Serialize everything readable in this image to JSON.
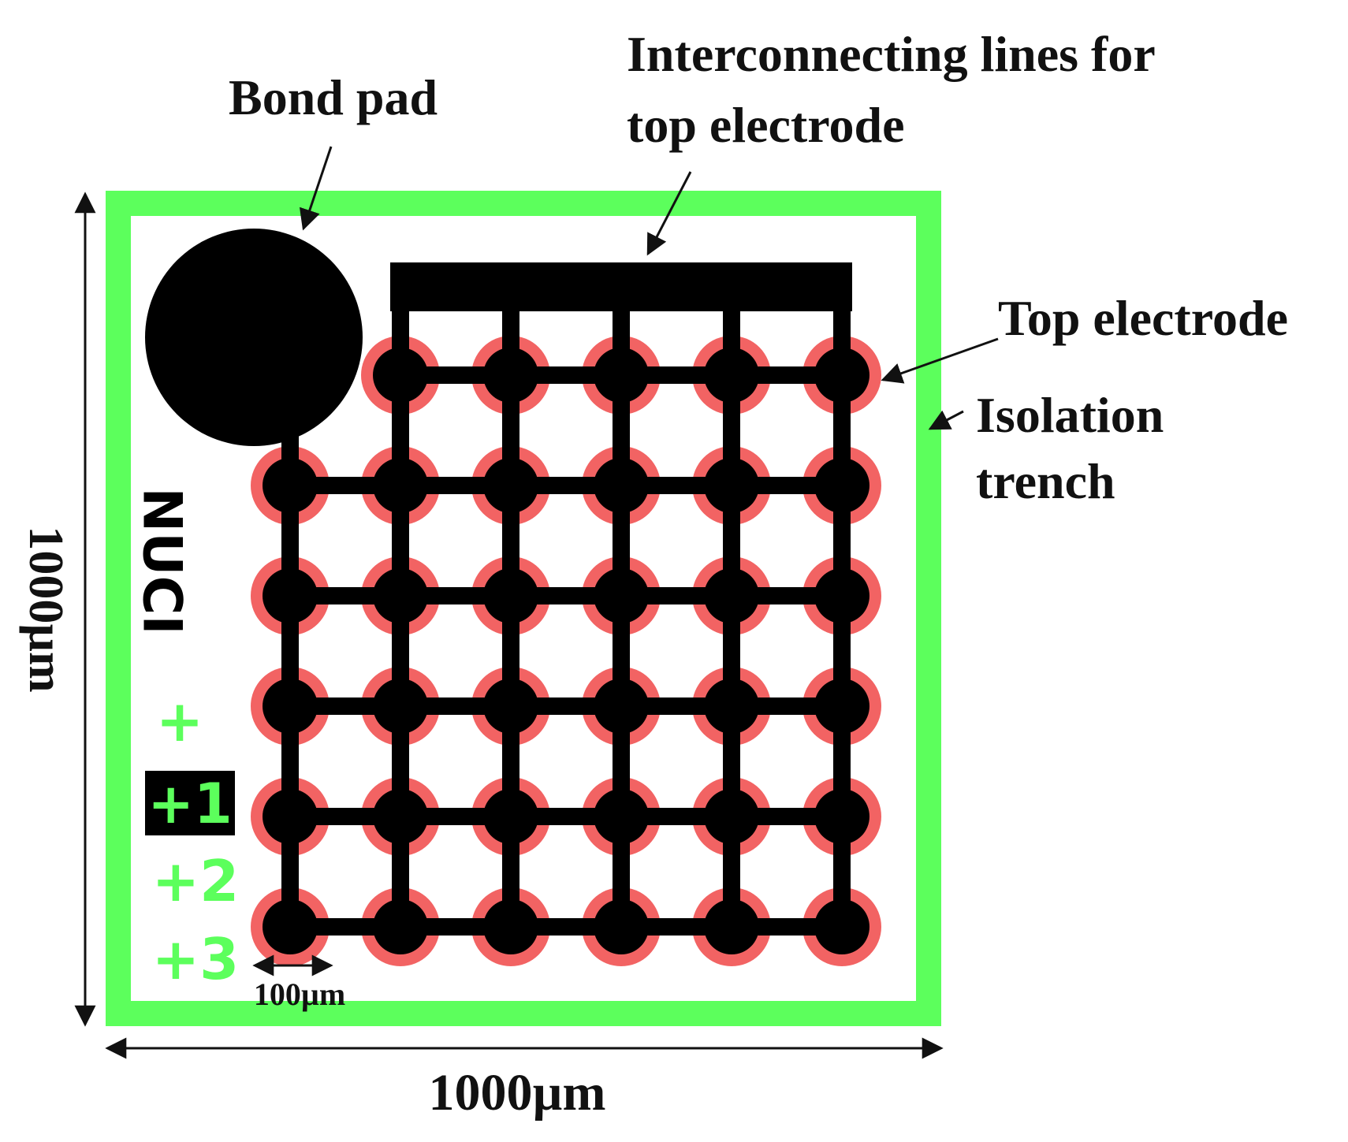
{
  "labels": {
    "bond_pad": "Bond pad",
    "interconnect_line1": "Interconnecting lines for",
    "interconnect_line2": "top electrode",
    "top_electrode": "Top electrode",
    "isolation_line1": "Isolation",
    "isolation_line2": "trench",
    "height_dim": "1000µm",
    "width_dim": "1000µm",
    "pitch_dim": "100µm"
  },
  "die_marks": {
    "die_id": "NUCI",
    "mark_0": "+",
    "mark_1": "+1",
    "mark_2": "+2",
    "mark_3": "+3"
  },
  "grid": {
    "rows": 6,
    "columns": 6,
    "omitted_cells": [
      [
        0,
        0
      ]
    ]
  },
  "colors": {
    "isolation_trench": "#5cff5c",
    "electrode_ring": "#f26363",
    "metal": "#000000",
    "background": "#ffffff",
    "text": "#111111"
  }
}
